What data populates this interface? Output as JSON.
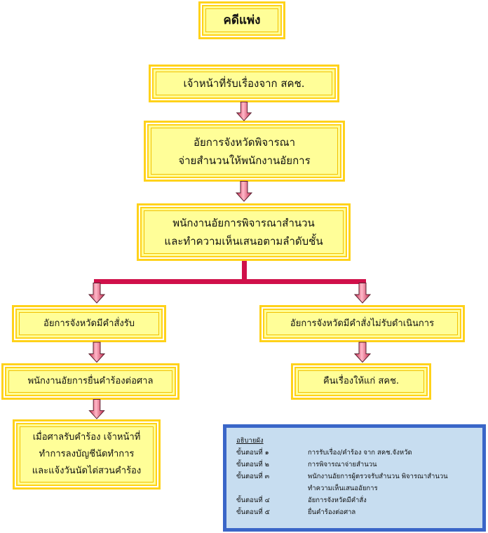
{
  "title": "คดีแพ่ง",
  "steps": {
    "receive": "เจ้าหน้าที่รับเรื่องจาก สคช.",
    "assign_line1": "อัยการจังหวัดพิจารณา",
    "assign_line2": "จ่ายสำนวนให้พนักงานอัยการ",
    "review_line1": "พนักงานอัยการพิจารณาสำนวน",
    "review_line2": "และทำความเห็นเสนอตามลำดับชั้น",
    "accept": "อัยการจังหวัดมีคำสั่งรับ",
    "reject": "อัยการจังหวัดมีคำสั่งไม่รับดำเนินการ",
    "file_petition": "พนักงานอัยการยื่นคำร้องต่อศาล",
    "return": "คืนเรื่องให้แก่ สคช.",
    "court_line1": "เมื่อศาลรับคำร้อง เจ้าหน้าที่",
    "court_line2": "ทำการลงบัญชีนัดทำการ",
    "court_line3": "และแจ้งวันนัดไต่สวนคำร้อง"
  },
  "legend": {
    "heading": "อธิบายผัง",
    "items": [
      {
        "step": "ขั้นตอนที่ ๑",
        "desc": "การรับเรื่อง/คำร้อง จาก สคช.จังหวัด"
      },
      {
        "step": "ขั้นตอนที่ ๒",
        "desc": "การพิจารณาจ่ายสำนวน"
      },
      {
        "step": "ขั้นตอนที่ ๓",
        "desc": "พนักงานอัยการผู้ตรวจรับสำนวน พิจารณาสำนวน",
        "desc2": "ทำความเห็นเสนออัยการ"
      },
      {
        "step": "ขั้นตอนที่ ๔",
        "desc": "อัยการจังหวัดมีคำสั่ง"
      },
      {
        "step": "ขั้นตอนที่ ๕",
        "desc": "ยื่นคำร้องต่อศาล"
      }
    ]
  },
  "colors": {
    "box_fill": "#fffe98",
    "box_border": "#ffd21a",
    "connector": "#d0104a",
    "legend_border": "#3a66c8",
    "legend_fill": "#c7ddf0"
  }
}
